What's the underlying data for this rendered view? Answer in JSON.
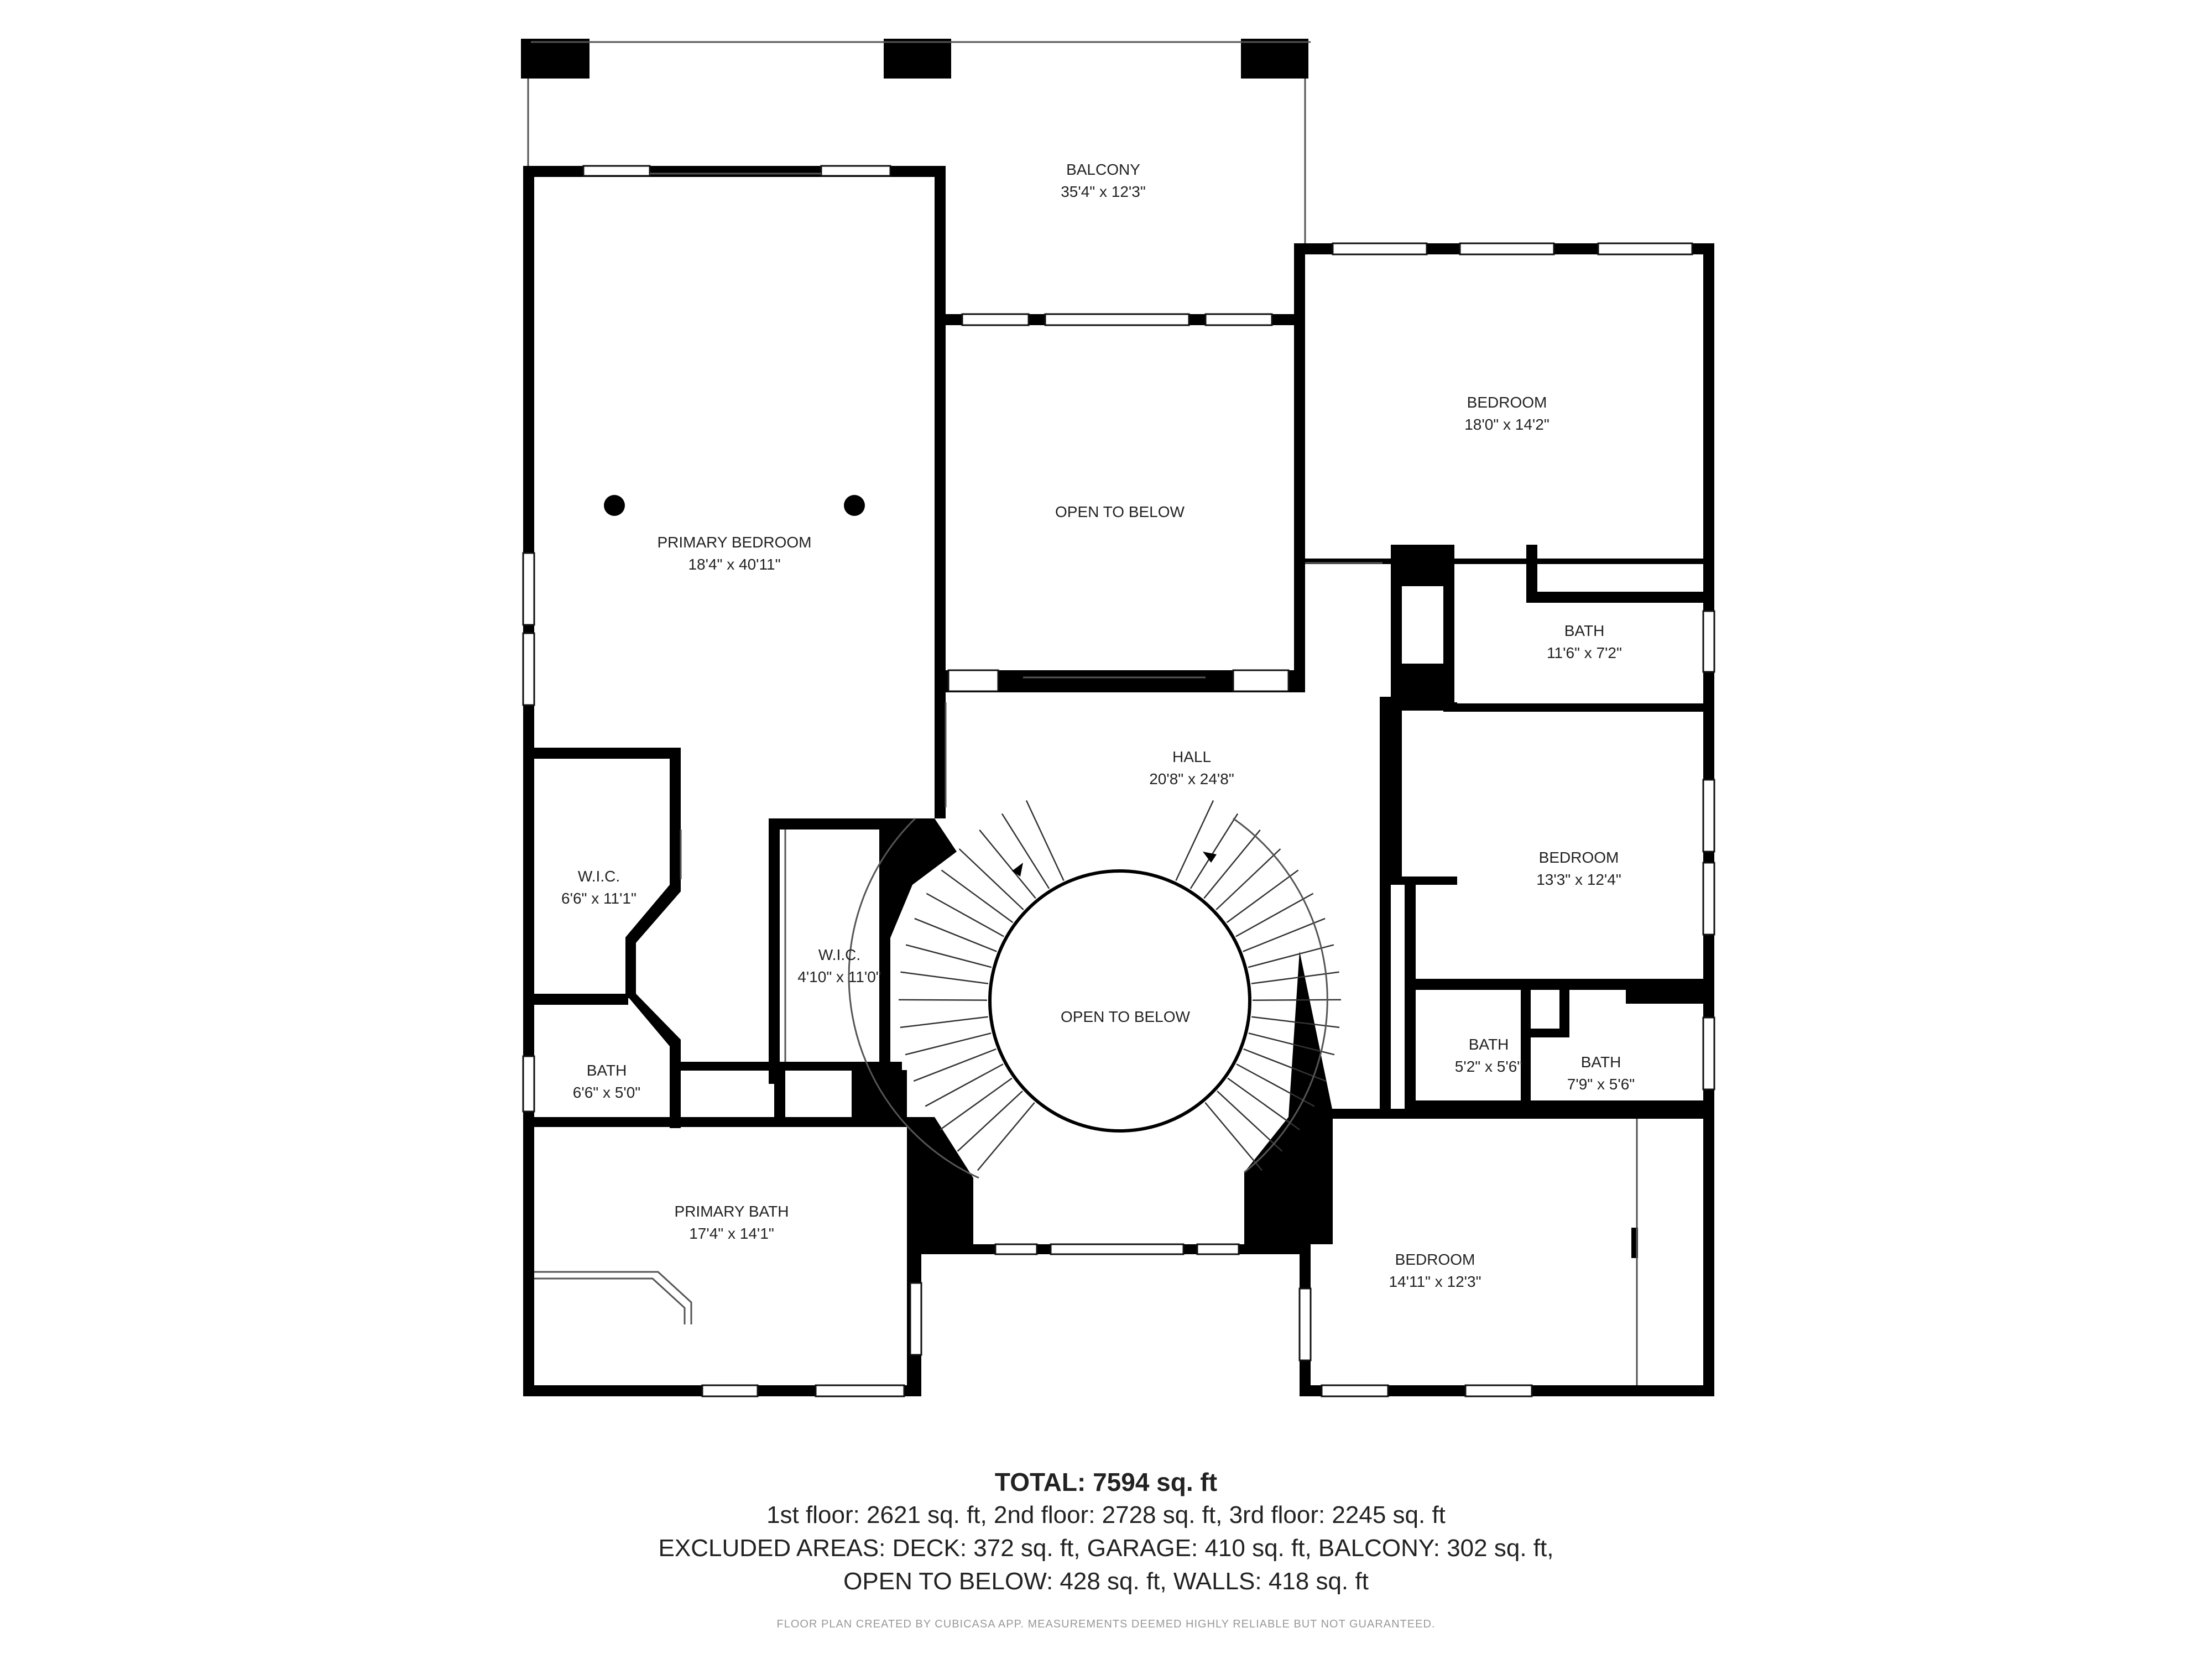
{
  "rooms": {
    "balcony": {
      "name": "BALCONY",
      "dims": "35'4\" x 12'3\""
    },
    "primary_bedroom": {
      "name": "PRIMARY BEDROOM",
      "dims": "18'4\" x 40'11\""
    },
    "open_to_below_top": {
      "name": "OPEN TO BELOW"
    },
    "bedroom_top": {
      "name": "BEDROOM",
      "dims": "18'0\" x 14'2\""
    },
    "bath_upper_right": {
      "name": "BATH",
      "dims": "11'6\" x 7'2\""
    },
    "hall": {
      "name": "HALL",
      "dims": "20'8\" x 24'8\""
    },
    "bedroom_middle": {
      "name": "BEDROOM",
      "dims": "13'3\" x 12'4\""
    },
    "wic_left": {
      "name": "W.I.C.",
      "dims": "6'6\" x 11'1\""
    },
    "wic_center": {
      "name": "W.I.C.",
      "dims": "4'10\" x 11'0\""
    },
    "open_to_below_center": {
      "name": "OPEN TO BELOW"
    },
    "bath_small_left": {
      "name": "BATH",
      "dims": "6'6\" x 5'0\""
    },
    "bath_small_right_a": {
      "name": "BATH",
      "dims": "5'2\" x 5'6\""
    },
    "bath_small_right_b": {
      "name": "BATH",
      "dims": "7'9\" x 5'6\""
    },
    "primary_bath": {
      "name": "PRIMARY BATH",
      "dims": "17'4\" x 14'1\""
    },
    "bedroom_bottom": {
      "name": "BEDROOM",
      "dims": "14'11\" x 12'3\""
    }
  },
  "summary": {
    "total": "TOTAL: 7594 sq. ft",
    "floors": "1st floor: 2621 sq. ft, 2nd floor: 2728 sq. ft, 3rd floor: 2245 sq. ft",
    "excluded": "EXCLUDED AREAS: DECK: 372 sq. ft, GARAGE: 410 sq. ft, BALCONY: 302 sq. ft,",
    "open_walls": "OPEN TO BELOW: 428 sq. ft, WALLS: 418 sq. ft"
  },
  "footer": "FLOOR PLAN CREATED BY CUBICASA APP. MEASUREMENTS DEEMED HIGHLY RELIABLE BUT NOT GUARANTEED.",
  "colors": {
    "wall": "#000000",
    "text": "#222222",
    "footer": "#999999"
  }
}
